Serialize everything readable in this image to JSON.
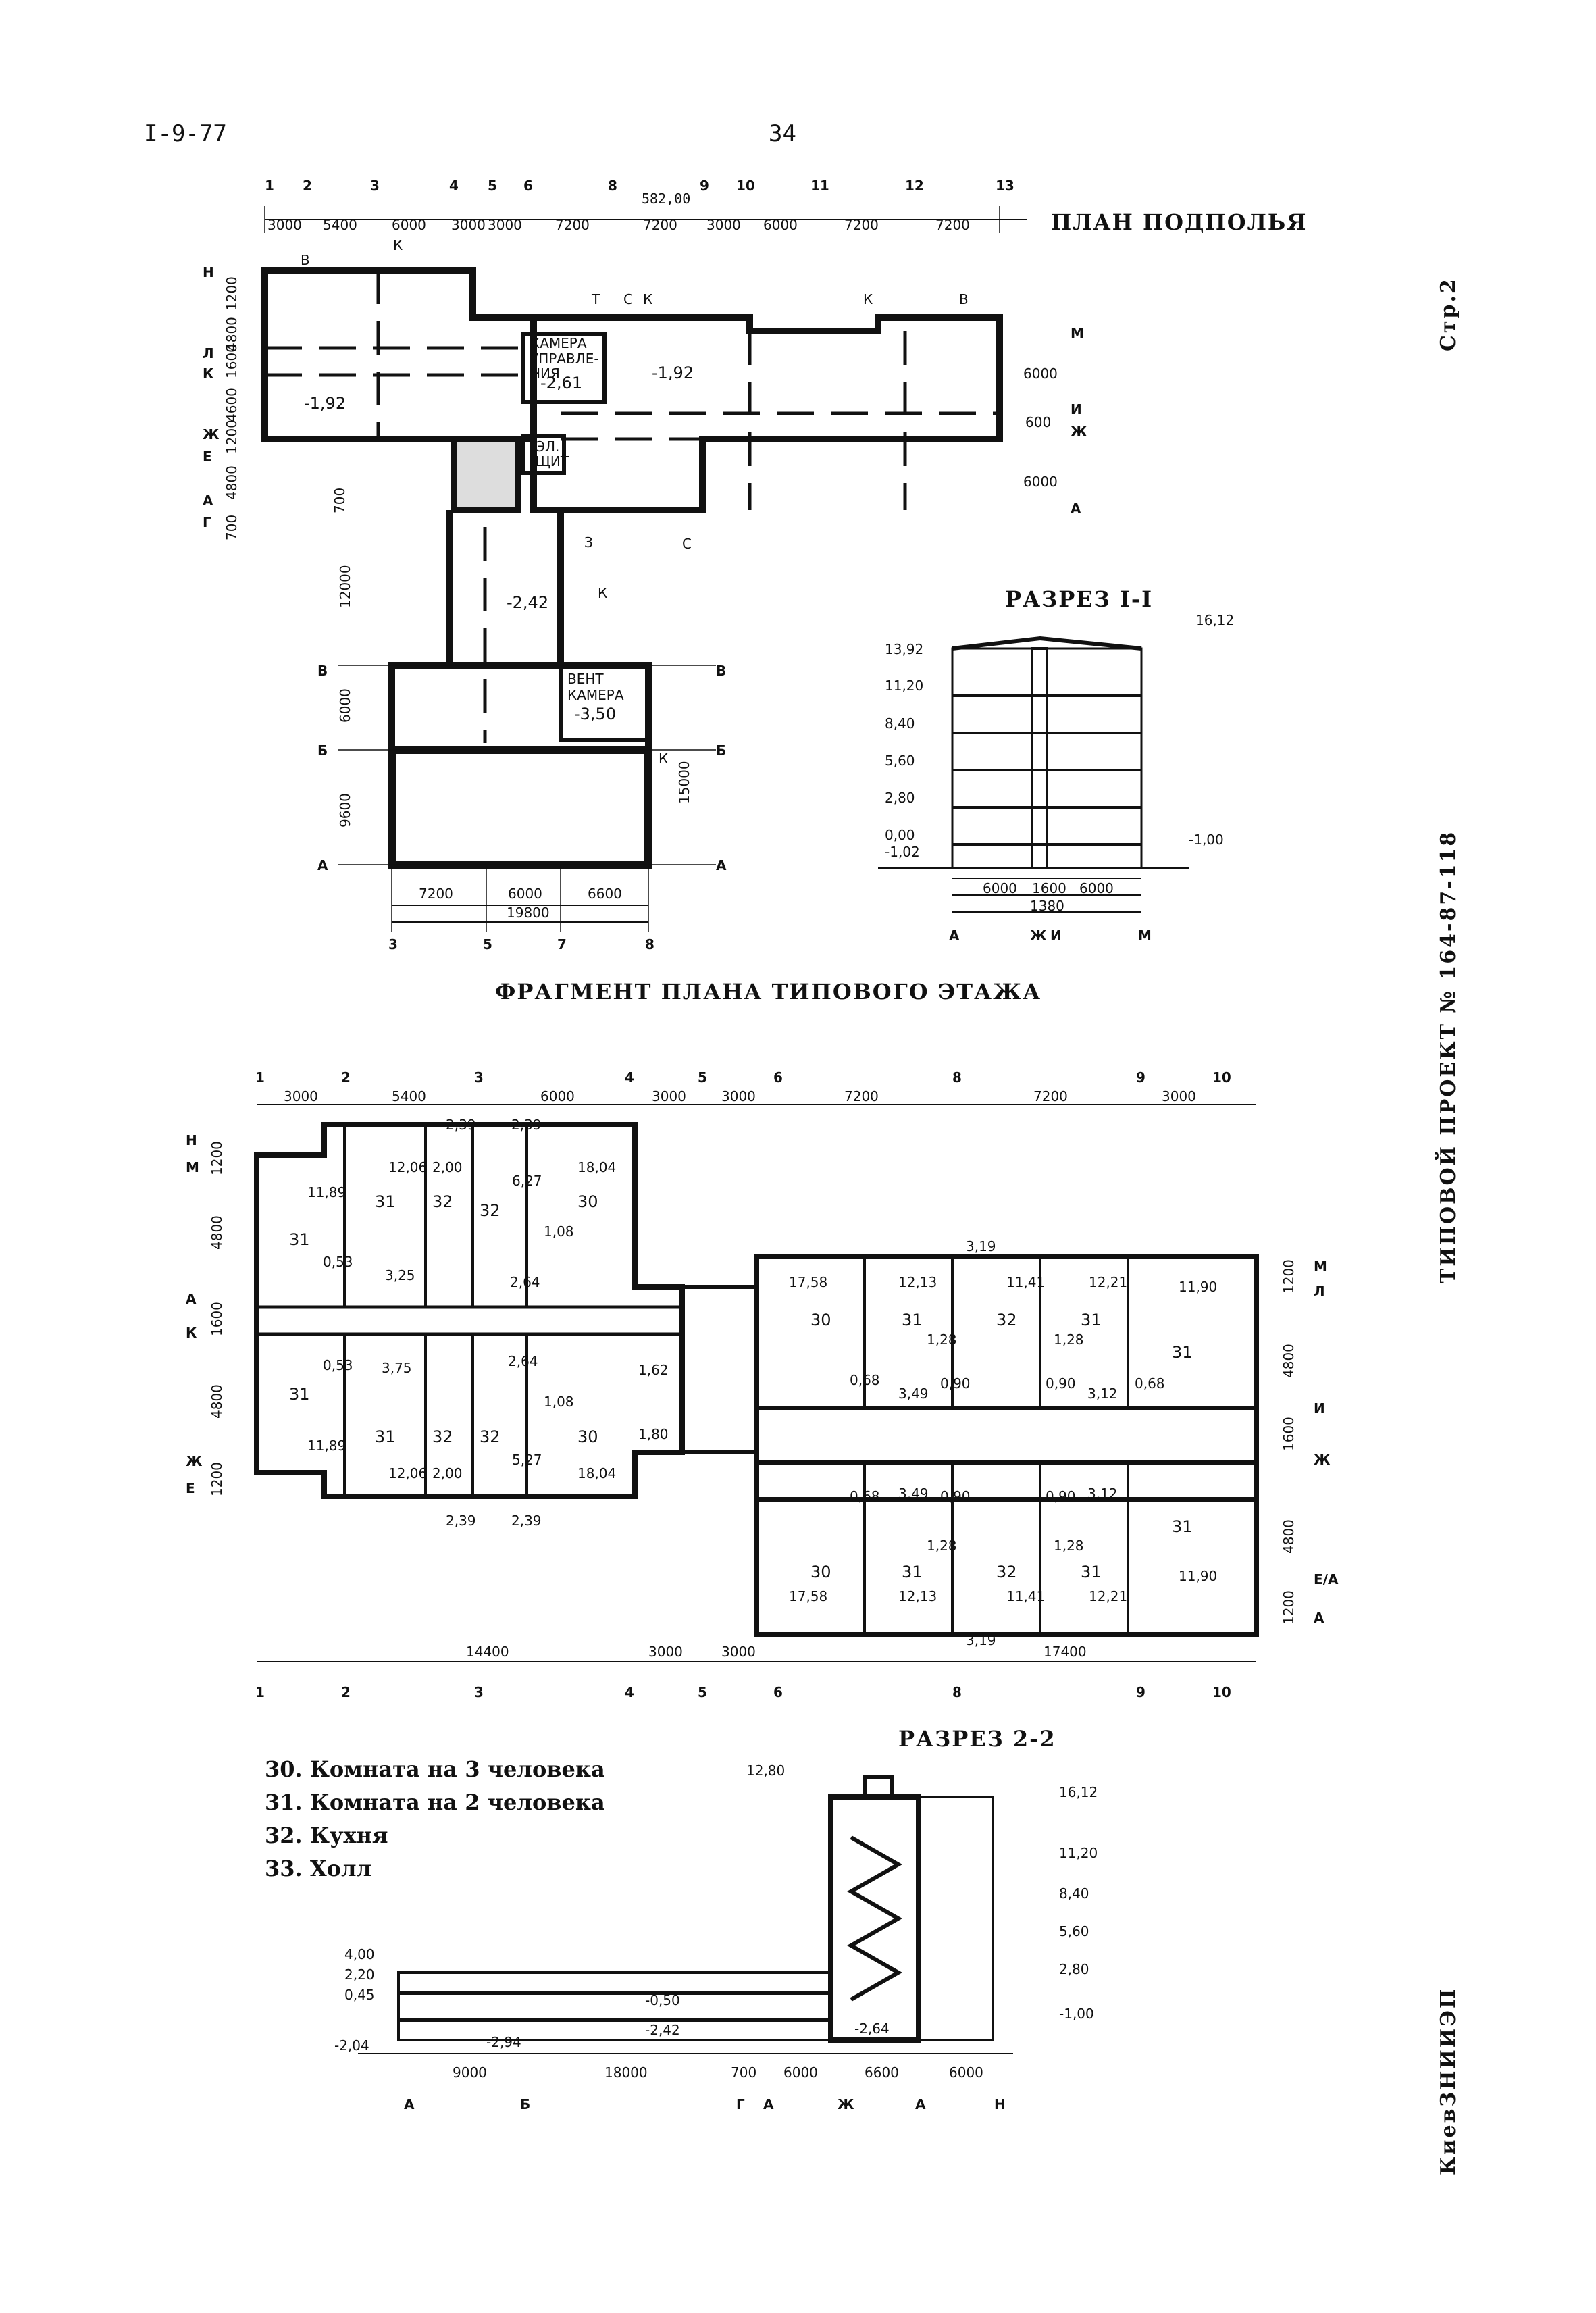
{
  "header": {
    "series": "I-9-77",
    "page_number": "34"
  },
  "side": {
    "sheet": "Стр.2",
    "project": "ТИПОВОЙ ПРОЕКТ № 164-87-118",
    "org": "КиевЗНИИЭП"
  },
  "basement_plan": {
    "title": "ПЛАН ПОДПОЛЬЯ",
    "overall_dim": "582,00",
    "top_axes": [
      "1",
      "2",
      "3",
      "4",
      "5",
      "6",
      "8",
      "9",
      "10",
      "11",
      "12",
      "13"
    ],
    "top_dims": [
      "3000",
      "5400",
      "6000",
      "3000",
      "3000",
      "7200",
      "7200",
      "3000",
      "6000",
      "7200",
      "7200"
    ],
    "left_axes": [
      "Н",
      "Л",
      "К",
      "Ж",
      "Е",
      "А",
      "Г"
    ],
    "left_dims": [
      "1200",
      "4800",
      "1600",
      "4600",
      "1200",
      "4800",
      "700",
      "700"
    ],
    "right_axes": [
      "М",
      "И",
      "Ж",
      "А"
    ],
    "right_dims": [
      "6000",
      "600",
      "6000"
    ],
    "marks": [
      "В",
      "К",
      "Т",
      "С",
      "К",
      "К",
      "В",
      "С",
      "З",
      "К",
      "К"
    ],
    "levels": [
      "-1,92",
      "-2,61",
      "-1,92",
      "-2,42",
      "-3,50"
    ],
    "rooms": [
      "КАМЕРА",
      "УПРАВЛЕ-",
      "НИЯ",
      "ЭЛ.",
      "ЩИТ",
      "ВЕНТ",
      "КАМЕРА"
    ],
    "wing_left_axes": [
      "В",
      "Б",
      "А"
    ],
    "wing_left_dims": [
      "12000",
      "6000",
      "9600"
    ],
    "wing_right_axes": [
      "В",
      "Б",
      "А"
    ],
    "wing_right_dim": "15000",
    "bottom_dims": [
      "7200",
      "6000",
      "6600"
    ],
    "bottom_total": "19800",
    "bottom_axes": [
      "3",
      "5",
      "7",
      "8"
    ]
  },
  "section_1": {
    "title": "РАЗРЕЗ I-I",
    "levels": [
      "13,92",
      "11,20",
      "8,40",
      "5,60",
      "2,80",
      "0,00",
      "-1,02"
    ],
    "roof_level": "16,12",
    "ground_level": "-1,00",
    "dims": [
      "6000",
      "1600",
      "6000"
    ],
    "total": "1380",
    "axes": [
      "А",
      "Ж",
      "И",
      "М"
    ]
  },
  "typical_plan": {
    "title": "ФРАГМЕНТ ПЛАНА ТИПОВОГО ЭТАЖА",
    "top_axes": [
      "1",
      "2",
      "3",
      "4",
      "5",
      "6",
      "8",
      "9",
      "10"
    ],
    "top_dims": [
      "3000",
      "5400",
      "6000",
      "3000",
      "3000",
      "7200",
      "7200",
      "3000"
    ],
    "left_axes": [
      "Н",
      "М",
      "А",
      "К",
      "Ж",
      "Е"
    ],
    "left_dims": [
      "1200",
      "4800",
      "1600",
      "4800",
      "1200"
    ],
    "right_axes": [
      "М",
      "Л",
      "И",
      "Ж",
      "Е/А",
      "А"
    ],
    "right_dims": [
      "1200",
      "4800",
      "1600",
      "4800",
      "1200"
    ],
    "room_numbers": [
      "31",
      "31",
      "32",
      "32",
      "30",
      "31",
      "31",
      "32",
      "32",
      "30",
      "30",
      "31",
      "32",
      "31",
      "31",
      "30",
      "31",
      "32",
      "31",
      "31"
    ],
    "areas_left": [
      "11,89",
      "12,06",
      "2,00",
      "6,27",
      "18,04",
      "0,53",
      "3,25",
      "1,08",
      "2,64",
      "2,39",
      "2,39",
      "0,53",
      "3,75",
      "2,64",
      "1,08",
      "11,89",
      "12,06",
      "2,00",
      "5,27",
      "18,04",
      "1,62",
      "1,80",
      "2,39",
      "2,39"
    ],
    "areas_right": [
      "3,19",
      "17,58",
      "12,13",
      "11,41",
      "12,21",
      "11,90",
      "1,28",
      "1,28",
      "0,68",
      "3,49",
      "0,90",
      "0,90",
      "3,12",
      "0,68",
      "0,68",
      "3,49",
      "0,90",
      "0,90",
      "3,12",
      "1,28",
      "1,28",
      "17,58",
      "12,13",
      "11,41",
      "12,21",
      "11,90",
      "3,19"
    ],
    "bottom_dims": [
      "14400",
      "3000",
      "3000",
      "17400"
    ],
    "bottom_axes": [
      "1",
      "2",
      "3",
      "4",
      "5",
      "6",
      "8",
      "9",
      "10"
    ]
  },
  "section_2": {
    "title": "РАЗРЕЗ 2-2",
    "levels_right": [
      "16,12",
      "11,20",
      "8,40",
      "5,60",
      "2,80",
      "-1,00"
    ],
    "level_top": "12,80",
    "levels_left": [
      "4,00",
      "2,20",
      "0,45",
      "-2,04"
    ],
    "levels_inner": [
      "-0,50",
      "-2,42",
      "-2,94",
      "-2,64"
    ],
    "dims": [
      "9000",
      "18000",
      "700",
      "6000",
      "6600",
      "6000"
    ],
    "axes": [
      "А",
      "Б",
      "Г",
      "А",
      "Ж",
      "А",
      "Н"
    ]
  },
  "legend": {
    "items": [
      "30. Комната на 3 человека",
      "31. Комната на 2 человека",
      "32. Кухня",
      "33. Холл"
    ]
  }
}
